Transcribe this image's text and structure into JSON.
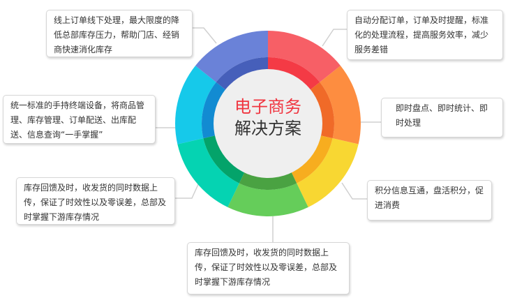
{
  "center": {
    "title_line1": "电子商务",
    "title_line2": "解决方案"
  },
  "segments": [
    {
      "name": "red",
      "color": "#f75f66",
      "inner_color": "#f43a45"
    },
    {
      "name": "orange",
      "color": "#fd8d40",
      "inner_color": "#f06a28"
    },
    {
      "name": "yellow",
      "color": "#f8d732",
      "inner_color": "#f7ad1f"
    },
    {
      "name": "green",
      "color": "#65cd5a",
      "inner_color": "#4aa242"
    },
    {
      "name": "teal",
      "color": "#05d3b2",
      "inner_color": "#04a36a"
    },
    {
      "name": "cyan",
      "color": "#16c9ea",
      "inner_color": "#128bd2"
    },
    {
      "name": "blue",
      "color": "#6a82d8",
      "inner_color": "#465fba"
    }
  ],
  "boxes": {
    "top_left": "线上订单线下处理，最大限度的降低总部库存压力，帮助门店、经销商快速消化库存",
    "top_right": "自动分配订单，订单及时提醒，标准化的处理流程，提高服务效率，减少服务差错",
    "left": "统一标准的手持终端设备，将商品管理、库存管理、订单配送、出库配送、信息查询“一手掌握”",
    "right": "即时盘点、即时统计、即时处理",
    "bottom_left": "库存回馈及时，收发货的同时数据上传，保证了时效性以及零误差，总部及时掌握下游库存情况",
    "right_lower": "积分信息互通，盘活积分，促进消费",
    "bottom": "库存回馈及时，收发货的同时数据上传，保证了时效性以及零误差，总部及时掌握下游库存情况"
  }
}
